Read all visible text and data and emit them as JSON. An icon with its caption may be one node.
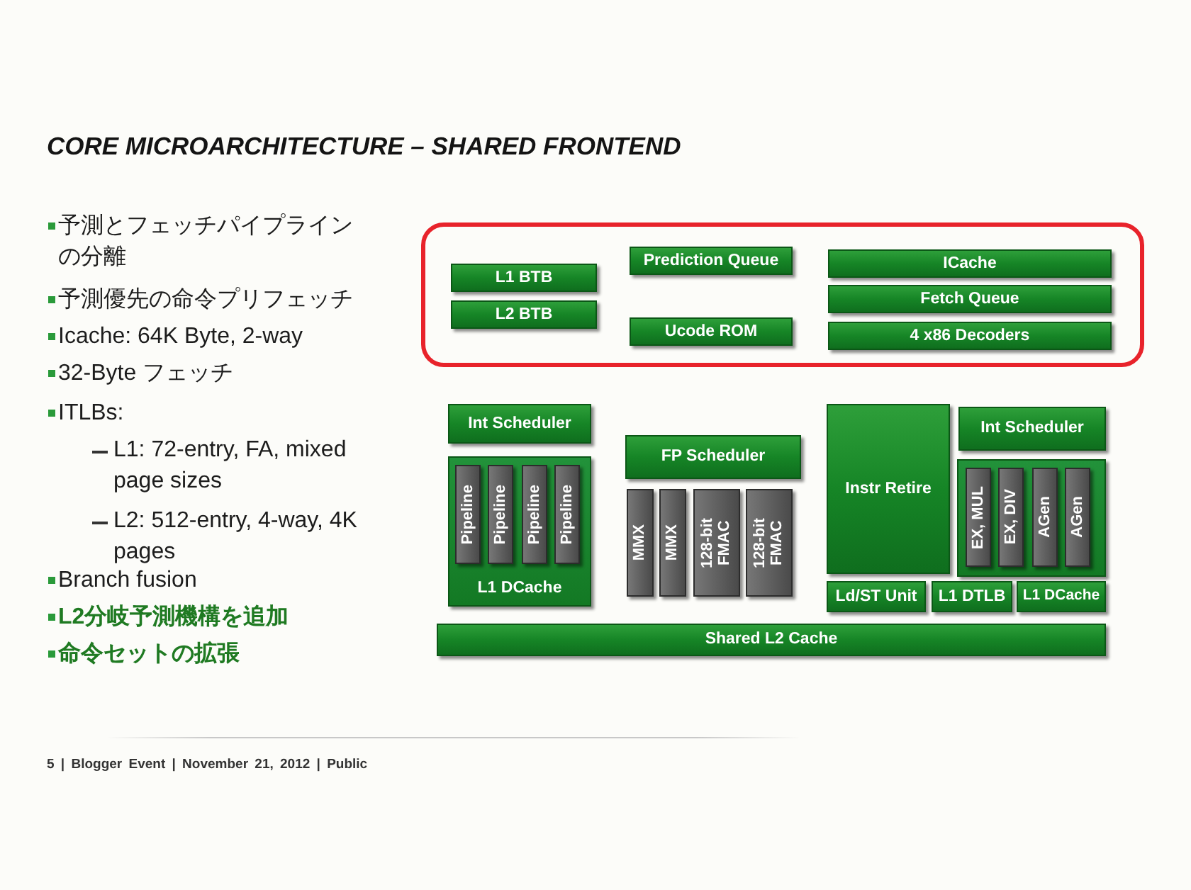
{
  "diagram": {
    "title": "CORE MICROARCHITECTURE – SHARED FRONTEND",
    "nodes": [
      {
        "text": [],
        "shape": "box"
      },
      {
        "text": [
          "L1 BTB"
        ],
        "in": 0
      },
      {
        "text": [
          "L2 BTB"
        ],
        "in": 0
      },
      {
        "text": [
          "Prediction Queue"
        ],
        "in": 0
      },
      {
        "text": [
          "Ucode ROM"
        ],
        "in": 0
      },
      {
        "text": [
          "ICache"
        ],
        "in": 0
      },
      {
        "text": [
          "Fetch Queue"
        ],
        "in": 0
      },
      {
        "text": [
          "4 x86 Decoders"
        ],
        "in": 0
      },
      {
        "text": [
          "Int Scheduler"
        ]
      },
      {
        "text": [
          "L1 DCache"
        ]
      },
      {
        "text": [
          "Pipeline"
        ],
        "in": 9
      },
      {
        "text": [
          "Pipeline"
        ],
        "in": 9
      },
      {
        "text": [
          "Pipeline"
        ],
        "in": 9
      },
      {
        "text": [
          "Pipeline"
        ],
        "in": 9
      },
      {
        "text": [
          "FP Scheduler"
        ]
      },
      {
        "text": [
          "MMX"
        ]
      },
      {
        "text": [
          "MMX"
        ]
      },
      {
        "text": [
          "128-bit FMAC"
        ]
      },
      {
        "text": [
          "128-bit FMAC"
        ]
      },
      {
        "text": [
          "Instr Retire"
        ]
      },
      {
        "text": [
          "Int Scheduler"
        ]
      },
      {
        "text": [],
        "shape": "box"
      },
      {
        "text": [
          "EX, MUL"
        ],
        "in": 21
      },
      {
        "text": [
          "EX, DIV"
        ],
        "in": 21
      },
      {
        "text": [
          "AGen"
        ],
        "in": 21
      },
      {
        "text": [
          "AGen"
        ],
        "in": 21
      },
      {
        "text": [
          "Ld/ST Unit"
        ]
      },
      {
        "text": [
          "L1 DTLB"
        ]
      },
      {
        "text": [
          "L1 DCache"
        ]
      },
      {
        "text": [
          "Shared L2 Cache"
        ]
      }
    ],
    "labels": [
      "予測とフェッチパイプラインの分離",
      "予測優先の命令プリフェッチ",
      "Icache: 64K Byte, 2-way",
      "32-Byte フェッチ",
      "ITLBs:",
      "L1: 72-entry, FA, mixed page sizes",
      "L2: 512-entry, 4-way, 4K pages",
      "Branch fusion",
      "L2分岐予測機構を追加",
      "命令セットの拡張",
      "5 | Blogger Event | November 21, 2012 | Public"
    ]
  }
}
